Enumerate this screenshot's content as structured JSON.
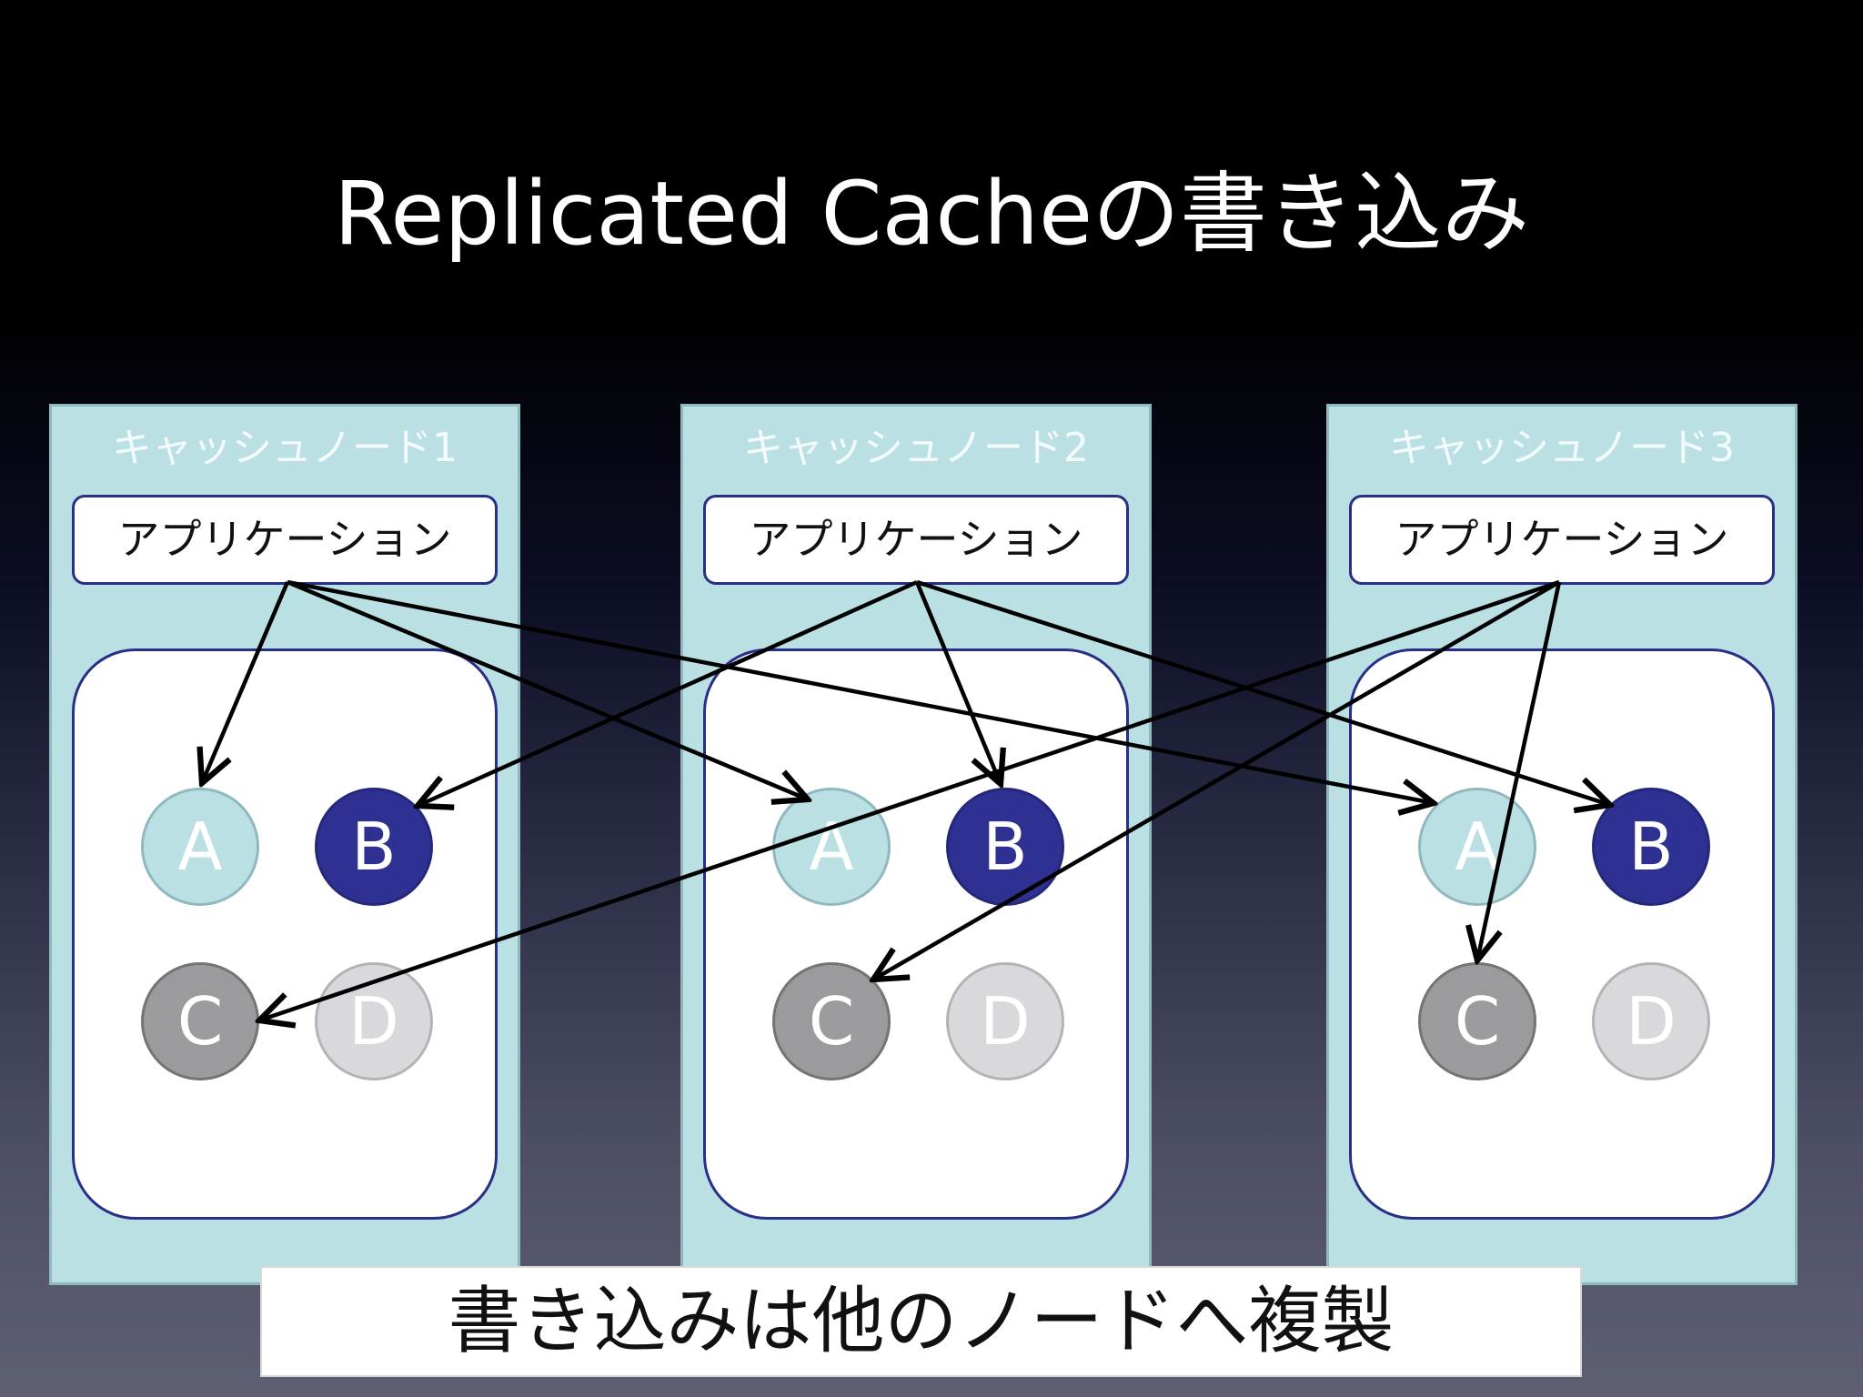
{
  "slide": {
    "title": "Replicated Cacheの書き込み",
    "caption": "書き込みは他のノードへ複製"
  },
  "nodes": [
    {
      "name": "キャッシュノード1",
      "application": "アプリケーション",
      "entries": [
        "A",
        "B",
        "C",
        "D"
      ]
    },
    {
      "name": "キャッシュノード2",
      "application": "アプリケーション",
      "entries": [
        "A",
        "B",
        "C",
        "D"
      ]
    },
    {
      "name": "キャッシュノード3",
      "application": "アプリケーション",
      "entries": [
        "A",
        "B",
        "C",
        "D"
      ]
    }
  ],
  "writes": [
    {
      "from": "キャッシュノード1",
      "to": [
        "キャッシュノード1 A",
        "キャッシュノード2 A",
        "キャッシュノード3 A"
      ]
    },
    {
      "from": "キャッシュノード2",
      "to": [
        "キャッシュノード1 B",
        "キャッシュノード2 B",
        "キャッシュノード3 B"
      ]
    },
    {
      "from": "キャッシュノード3",
      "to": [
        "キャッシュノード1 C",
        "キャッシュノード2 C",
        "キャッシュノード3 C"
      ]
    }
  ],
  "colors": {
    "node_background": "#bae0e4",
    "box_border": "#2a2f86",
    "entry_a": "#bae0e4",
    "entry_b": "#2e3192",
    "entry_c": "#9b9b9e",
    "entry_d": "#d9d8dc",
    "arrow": "#000000"
  }
}
